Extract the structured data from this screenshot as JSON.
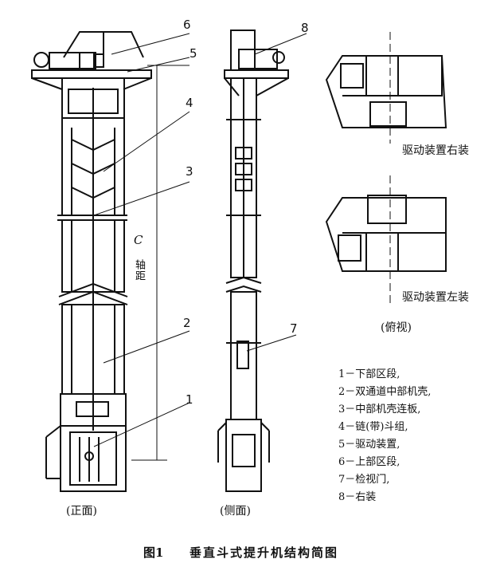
{
  "callouts": [
    "6",
    "5",
    "4",
    "3",
    "2",
    "1",
    "8",
    "7"
  ],
  "axis_label": "轴距",
  "axis_symbol": "C",
  "view_labels": {
    "front": "(正面)",
    "side": "(侧面)",
    "top": "(俯视)"
  },
  "drive_labels": {
    "right": "驱动装置右装",
    "left": "驱动装置左装"
  },
  "legend": [
    "1－下部区段,",
    "2－双通道中部机壳,",
    "3－中部机壳连板,",
    "4－链(带)斗组,",
    "5－驱动装置,",
    "6－上部区段,",
    "7－检视门,",
    "8－右装"
  ],
  "figure_caption": {
    "number": "图1",
    "title": "垂直斗式提升机结构简图"
  }
}
